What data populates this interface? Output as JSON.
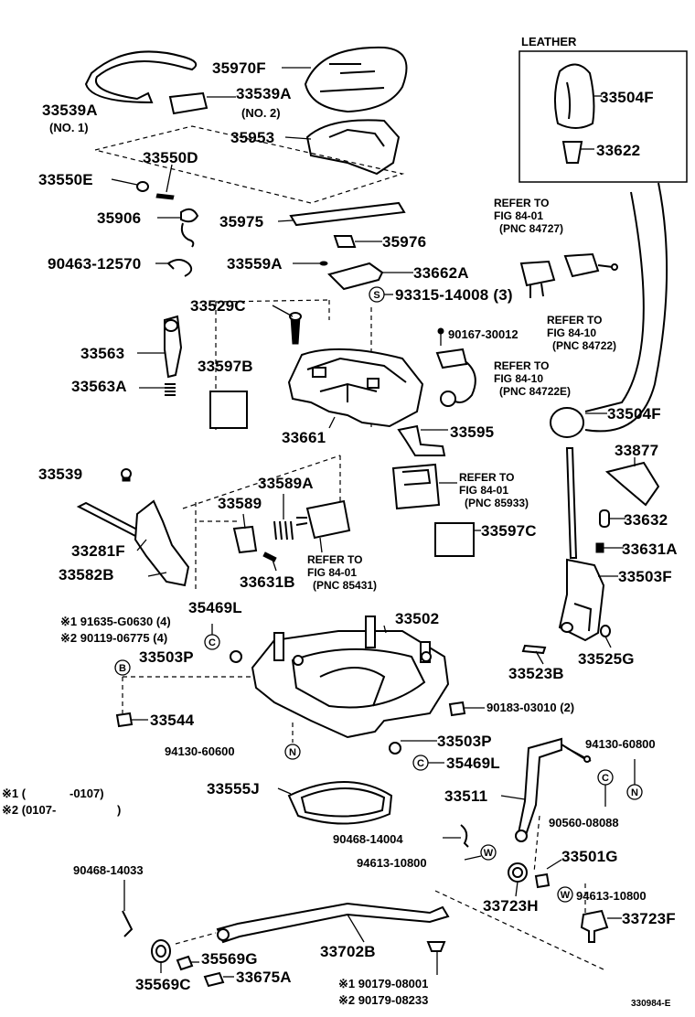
{
  "boxes": {
    "leather": "LEATHER"
  },
  "parts": {
    "p1": "33539A",
    "p1n": "(NO. 1)",
    "p2": "33539A",
    "p2n": "(NO. 2)",
    "p3": "35970F",
    "p4": "35953",
    "p5": "33550D",
    "p6": "33550E",
    "p7": "35906",
    "p8": "35975",
    "p9": "35976",
    "p10": "90463-12570",
    "p11": "33559A",
    "p12": "33662A",
    "p13": "93315-14008 (3)",
    "p14": "33529C",
    "p15": "33504F",
    "p16": "33622",
    "p17": "33563",
    "p18": "33563A",
    "p19": "33597B",
    "p20": "90167-30012",
    "p21": "33661",
    "p22": "33595",
    "p23": "33504F",
    "p24": "33877",
    "p25": "33539",
    "p26": "33589A",
    "p27": "33589",
    "p28": "33597C",
    "p29": "33281F",
    "p30": "33582B",
    "p31": "33631B",
    "p32": "33632",
    "p33": "33631A",
    "p34": "33503F",
    "p35": "35469L",
    "p36": "33502",
    "p37": "※1 91635-G0630 (4)",
    "p38": "※2 90119-06775 (4)",
    "p39": "33503P",
    "p40": "33523B",
    "p41": "33525G",
    "p42": "33544",
    "p43": "90183-03010 (2)",
    "p44": "94130-60600",
    "p45": "33503P",
    "p46": "35469L",
    "p47": "94130-60800",
    "p48": "33511",
    "p49": "33555J",
    "p50": "90560-08088",
    "p51": "90468-14004",
    "p52": "94613-10800",
    "p53": "33501G",
    "p54": "90468-14033",
    "p55": "33723H",
    "p56": "94613-10800",
    "p57": "33723F",
    "p58": "33702B",
    "p59": "35569G",
    "p60": "35569C",
    "p61": "33675A",
    "p62": "※1 90179-08001",
    "p63": "※2 90179-08233"
  },
  "notes": {
    "n1a": "※1 (",
    "n1b": "-0107)",
    "n2a": "※2 (0107-",
    "n2b": ")"
  },
  "refs": {
    "r1a": "REFER TO",
    "r1b": "FIG 84-01",
    "r1c": "(PNC 84727)",
    "r2a": "REFER TO",
    "r2b": "FIG 84-10",
    "r2c": "(PNC 84722)",
    "r3a": "REFER TO",
    "r3b": "FIG 84-10",
    "r3c": "(PNC 84722E)",
    "r4a": "REFER TO",
    "r4b": "FIG 84-01",
    "r4c": "(PNC 85933)",
    "r5a": "REFER TO",
    "r5b": "FIG 84-01",
    "r5c": "(PNC 85431)"
  },
  "markers": {
    "S": "S",
    "B": "B",
    "N": "N",
    "C": "C",
    "W": "W"
  },
  "footer": {
    "code": "330984-E"
  }
}
